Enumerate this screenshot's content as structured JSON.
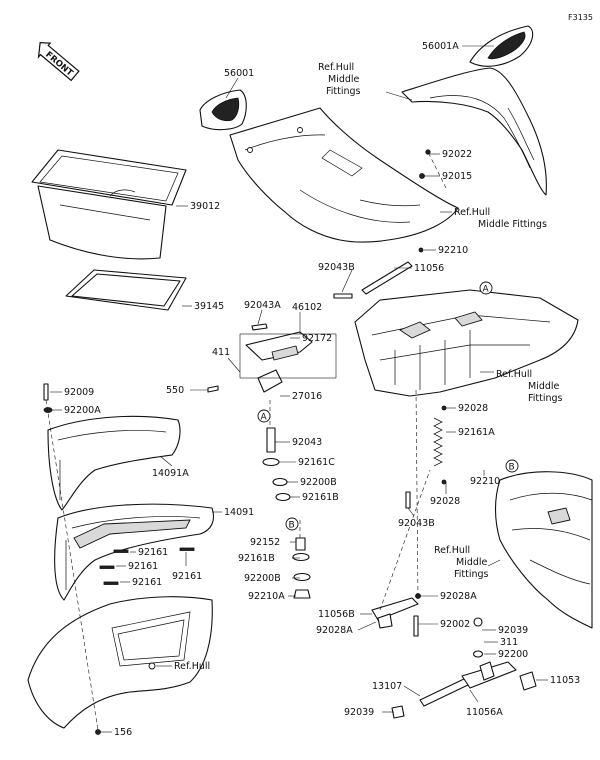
{
  "diagram": {
    "code": "F3135",
    "front_label": "FRONT",
    "callouts": [
      "A",
      "B"
    ],
    "parts": {
      "p56001A": "56001A",
      "p56001": "56001",
      "refHullMiddle1": "Ref.Hull\nMiddle\nFittings",
      "p92022": "92022",
      "p92015": "92015",
      "refHullMiddle2": "Ref.Hull\nMiddle Fittings",
      "p39012": "39012",
      "p92210a": "92210",
      "p92043B1": "92043B",
      "p11056a": "11056",
      "p39145": "39145",
      "p92043A": "92043A",
      "p46102": "46102",
      "p92172": "92172",
      "p411": "411",
      "p550": "550",
      "refHullMiddle3": "Ref.Hull\nMiddle\nFittings",
      "p27016": "27016",
      "p92009": "92009",
      "p92200A": "92200A",
      "p92028a": "92028",
      "p92161A": "92161A",
      "p92043": "92043",
      "p92161C": "92161C",
      "p92200B1": "92200B",
      "p92161B1": "92161B",
      "p14091A": "14091A",
      "p92028b": "92028",
      "p92210b": "92210",
      "p92043B2": "92043B",
      "p14091": "14091",
      "p92152": "92152",
      "p92161B2": "92161B",
      "p92200B2": "92200B",
      "p92210A": "92210A",
      "p92161a": "92161",
      "p92161b": "92161",
      "p92161c": "92161",
      "p92161d": "92161",
      "refHullMiddle4": "Ref.Hull\nMiddle\nFittings",
      "p11056B": "11056B",
      "p92028A1": "92028A",
      "p92028A2": "92028A",
      "p92002": "92002",
      "p92039a": "92039",
      "p311": "311",
      "p92200": "92200",
      "refHull": "Ref.Hull",
      "p13107": "13107",
      "p11053": "11053",
      "p92039b": "92039",
      "p11056A": "11056A",
      "p156": "156"
    }
  }
}
